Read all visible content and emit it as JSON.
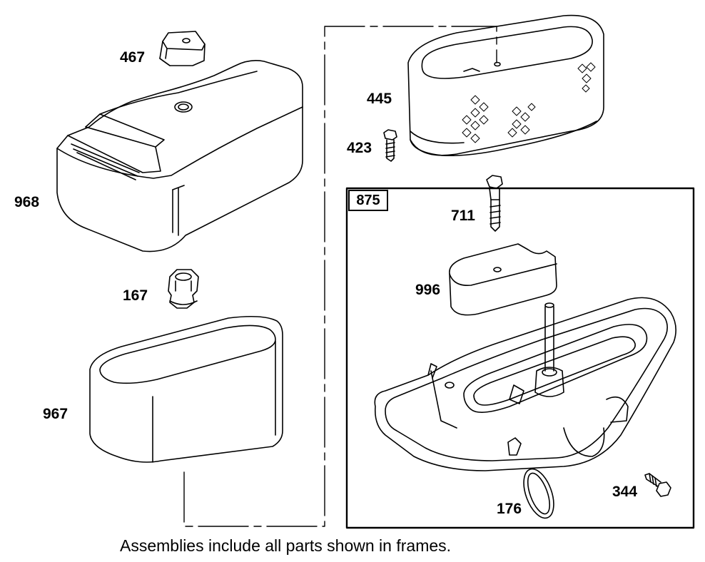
{
  "parts": {
    "p467": "467",
    "p968": "968",
    "p167": "167",
    "p967": "967",
    "p445": "445",
    "p423": "423",
    "p875": "875",
    "p711": "711",
    "p996": "996",
    "p176": "176",
    "p344": "344"
  },
  "caption": "Assemblies include all parts shown in frames."
}
